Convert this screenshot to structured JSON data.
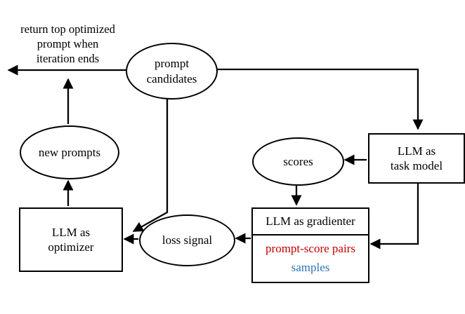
{
  "diagram": {
    "top_note": "return top optimized\nprompt when\niteration ends",
    "nodes": {
      "prompt_candidates": "prompt\ncandidates",
      "new_prompts": "new prompts",
      "llm_optimizer": "LLM as\noptimizer",
      "loss_signal": "loss signal",
      "llm_gradienter": "LLM as gradienter",
      "prompt_score_pairs": "prompt-score pairs",
      "samples": "samples",
      "scores": "scores",
      "llm_task_model": "LLM as\ntask model"
    },
    "colors": {
      "line": "#000000",
      "pairs_text": "#c00000",
      "samples_text": "#2e74b5",
      "background": "#ffffff"
    }
  }
}
